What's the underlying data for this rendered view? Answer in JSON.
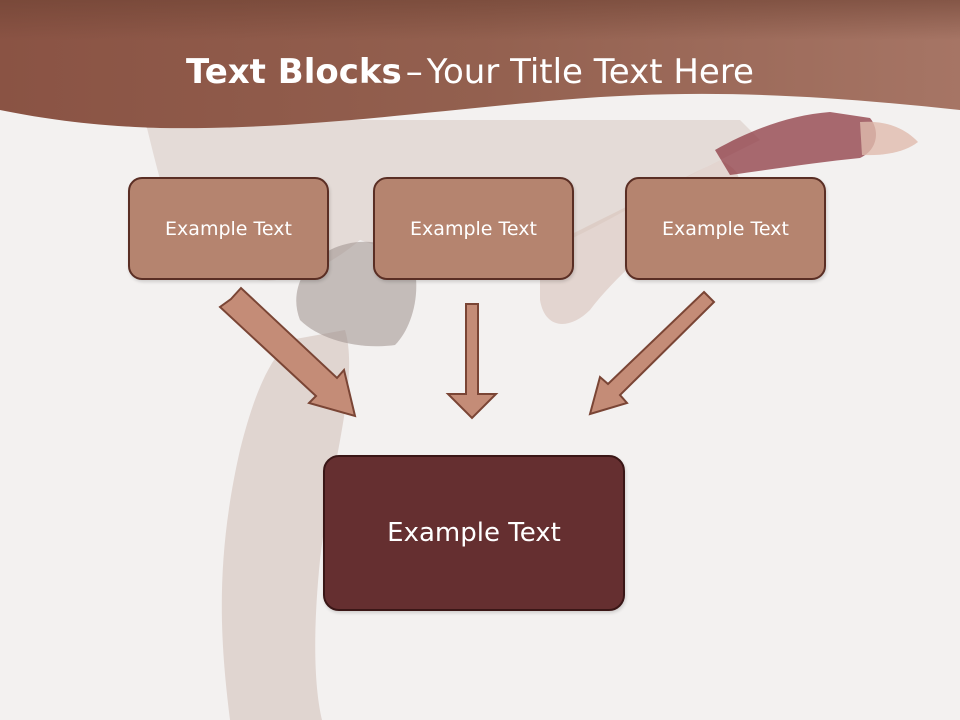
{
  "title": {
    "bold": "Text Blocks",
    "dash": "–",
    "rest": "Your Title Text Here"
  },
  "boxes": {
    "top_left": "Example Text",
    "top_center": "Example Text",
    "top_right": "Example Text",
    "bottom": "Example Text"
  },
  "colors": {
    "header_band": "#8a5344",
    "box_fill": "#b5846f",
    "main_box_fill": "#652f30",
    "arrow_fill": "#c48c77",
    "arrow_stroke": "#7a4535",
    "background": "#f3f1f0"
  }
}
